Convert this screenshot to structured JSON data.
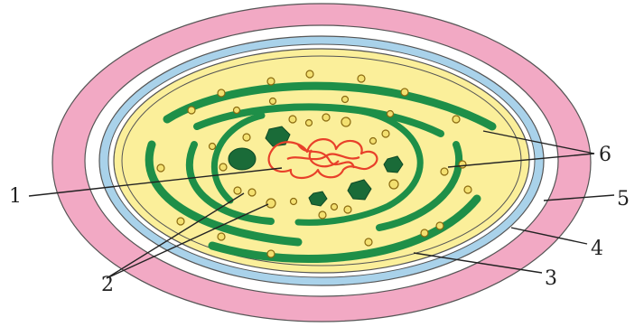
{
  "labels": {
    "l1": "1",
    "l2": "2",
    "l3": "3",
    "l4": "4",
    "l5": "5",
    "l6": "6"
  },
  "colors": {
    "capsule": "#f2a9c4",
    "outer_membrane": "#a9d2ea",
    "cytoplasm": "#fbef9a",
    "thylakoid": "#1e8f48",
    "granule": "#1a6b38",
    "dna": "#e8402a",
    "ribosome_fill": "#f3e070",
    "ribosome_stroke": "#8a6a10"
  },
  "icons": {
    "cell": "bacterial-cell-cross-section",
    "dna": "dna-strand-icon"
  }
}
